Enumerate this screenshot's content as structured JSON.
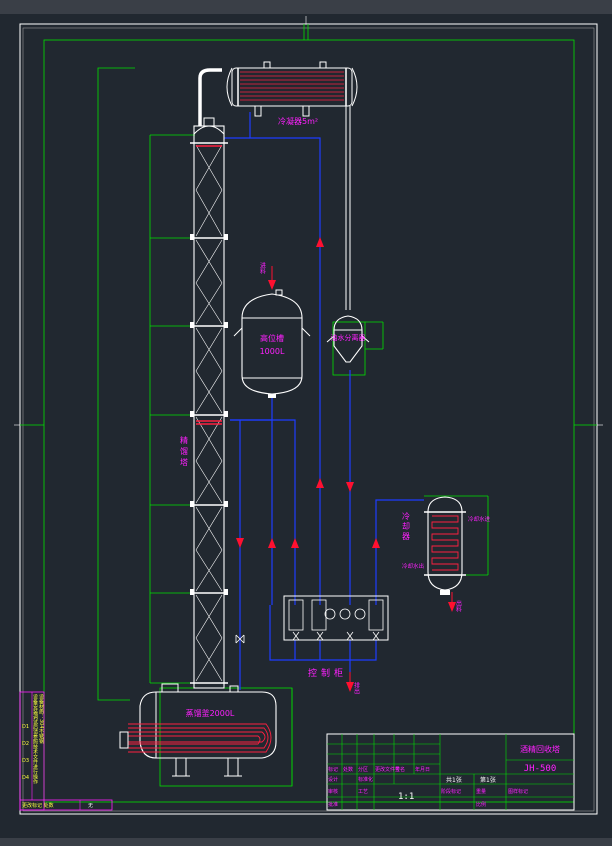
{
  "colors": {
    "background": "#212830",
    "frame": "#ffffff",
    "border_green": "#00e000",
    "vessel": "#ffffff",
    "heat_exchanger": "#ff2040",
    "pipe": "#1e3cff",
    "label": "#ff20ff",
    "flow_arrow": "#ff1030"
  },
  "labels": {
    "condenser": "冷凝器5m²",
    "tower": "精馏塔",
    "high_tank": "高位槽",
    "high_tank_capacity": "1000L",
    "separator": "油水分离器",
    "reboiler": "蒸馏釜2000L",
    "control_panel": "控制柜",
    "cooler": "冷却器",
    "cooler_inlet": "冷却水进",
    "cooler_outlet": "冷却水出",
    "feed": "进料",
    "product_out": "出料",
    "discharge": "排出"
  },
  "side_notes": {
    "lines": [
      "设备安装调试后请参照技术文件进行操作",
      "设备材质：304不锈钢"
    ],
    "codes": [
      "D1",
      "D2",
      "D3",
      "D4"
    ],
    "bottom_left": "更改标记 处数",
    "bottom_value": "无"
  },
  "title_block": {
    "drawing_name": "酒精回收塔",
    "drawing_number": "JH-500",
    "scale": "1:1",
    "sheets_total": "共1张",
    "sheet_no": "第1张",
    "cells": [
      "标记",
      "处数",
      "分区",
      "更改文件号",
      "签名",
      "年月日",
      "设计",
      "标准化",
      "审核",
      "工艺",
      "批准",
      "阶段标记",
      "重量",
      "比例",
      "图样标记"
    ]
  }
}
